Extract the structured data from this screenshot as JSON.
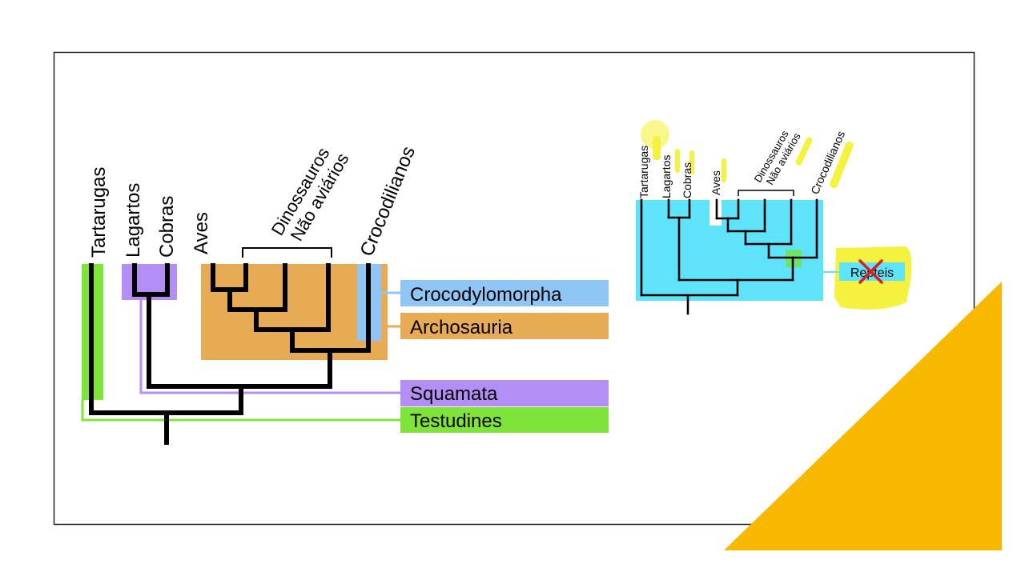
{
  "colors": {
    "background": "#ffffff",
    "frame": "#222222",
    "accent_triangle": "#f8b800",
    "testudines": "#7ee43a",
    "squamata": "#b38ef5",
    "archosauria": "#e8ab55",
    "crocodylomorpha": "#8fc6f5",
    "reptile_box": "#5ee3fb",
    "highlight_yellow": "#f4f02a",
    "cross_red": "#d8201e",
    "tree_line": "#000000"
  },
  "left_tree": {
    "taxa": [
      "Tartarugas",
      "Lagartos",
      "Cobras",
      "Aves",
      "Crocodilianos"
    ],
    "dinosaur_label": [
      "Dinossauros",
      "Não aviários"
    ],
    "clades": [
      "Crocodylomorpha",
      "Archosauria",
      "Squamata",
      "Testudines"
    ]
  },
  "right_tree": {
    "taxa": [
      "Tartarugas",
      "Lagartos",
      "Cobras",
      "Aves",
      "Crocodilianos"
    ],
    "dinosaur_label": [
      "Dinossauros",
      "Não aviários"
    ],
    "clade_label": "Repteis",
    "crossed_out": true
  }
}
